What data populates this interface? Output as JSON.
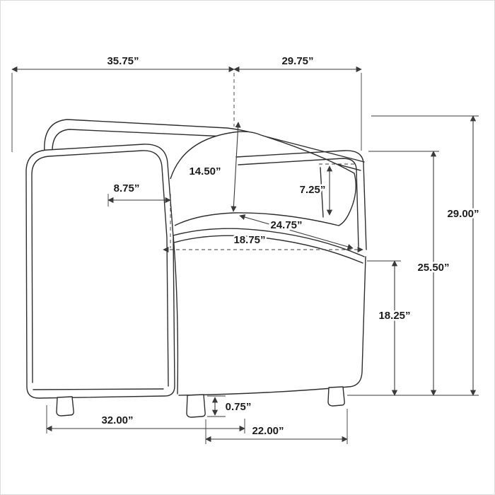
{
  "dimensions": {
    "overall_width": "35.75”",
    "overall_depth": "29.75”",
    "overall_height": "29.00”",
    "arm_height": "25.50”",
    "seat_to_floor": "18.25”",
    "back_cushion_height": "14.50”",
    "arm_top_width": "8.75”",
    "inner_arm_height": "7.25”",
    "seat_depth": "24.75”",
    "seat_width": "18.75”",
    "foot_height": "0.75”",
    "base_front_width": "32.00”",
    "base_side_depth": "22.00”"
  }
}
